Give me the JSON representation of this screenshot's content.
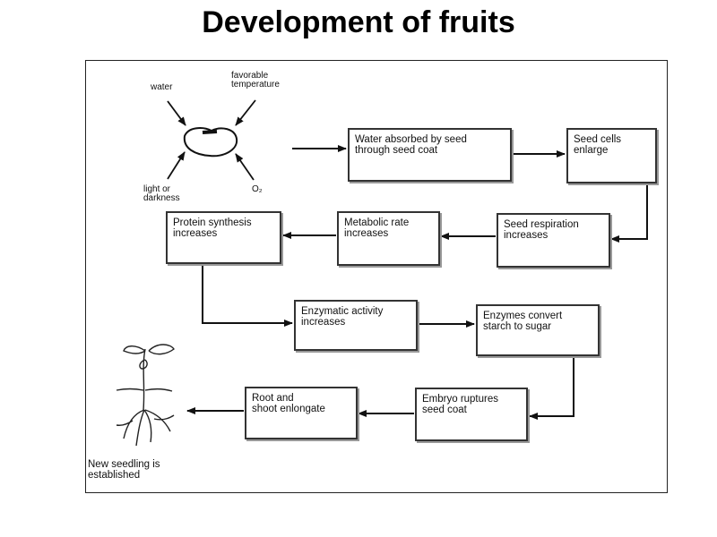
{
  "title": "Development of fruits",
  "seed_factors": {
    "water": "water",
    "temperature": [
      "favorable",
      "temperature"
    ],
    "light": [
      "light or",
      "darkness"
    ],
    "oxygen": "O₂"
  },
  "steps": {
    "water_absorbed": [
      "Water absorbed by seed",
      "through seed coat"
    ],
    "cells_enlarge": [
      "Seed cells",
      "enlarge"
    ],
    "respiration": [
      "Seed respiration",
      "increases"
    ],
    "metabolic": [
      "Metabolic rate",
      "increases"
    ],
    "protein": [
      "Protein synthesis",
      "increases"
    ],
    "enzymatic": [
      "Enzymatic activity",
      "increases"
    ],
    "enzymes_convert": [
      "Enzymes  convert",
      "starch to sugar"
    ],
    "embryo": [
      "Embryo ruptures",
      "seed coat"
    ],
    "root_shoot": [
      "Root and",
      "shoot enlongate"
    ]
  },
  "seedling_caption": [
    "New seedling is",
    "established"
  ]
}
